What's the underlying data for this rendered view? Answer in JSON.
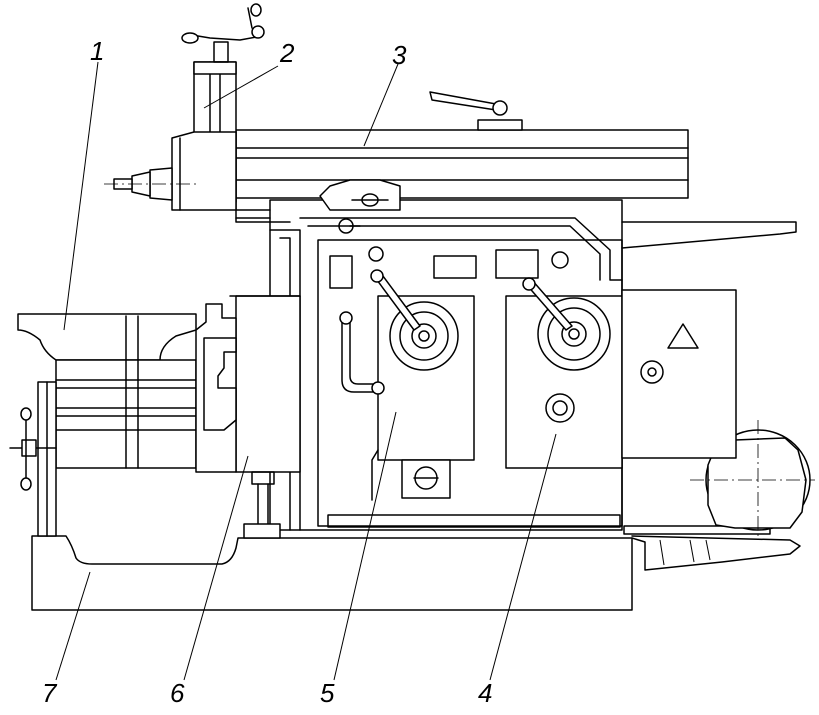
{
  "figure": {
    "callouts": [
      {
        "id": "1",
        "text": "1"
      },
      {
        "id": "2",
        "text": "2"
      },
      {
        "id": "3",
        "text": "3"
      },
      {
        "id": "4",
        "text": "4"
      },
      {
        "id": "5",
        "text": "5"
      },
      {
        "id": "6",
        "text": "6"
      },
      {
        "id": "7",
        "text": "7"
      }
    ],
    "icons": [
      "triangle-warning-icon"
    ]
  }
}
